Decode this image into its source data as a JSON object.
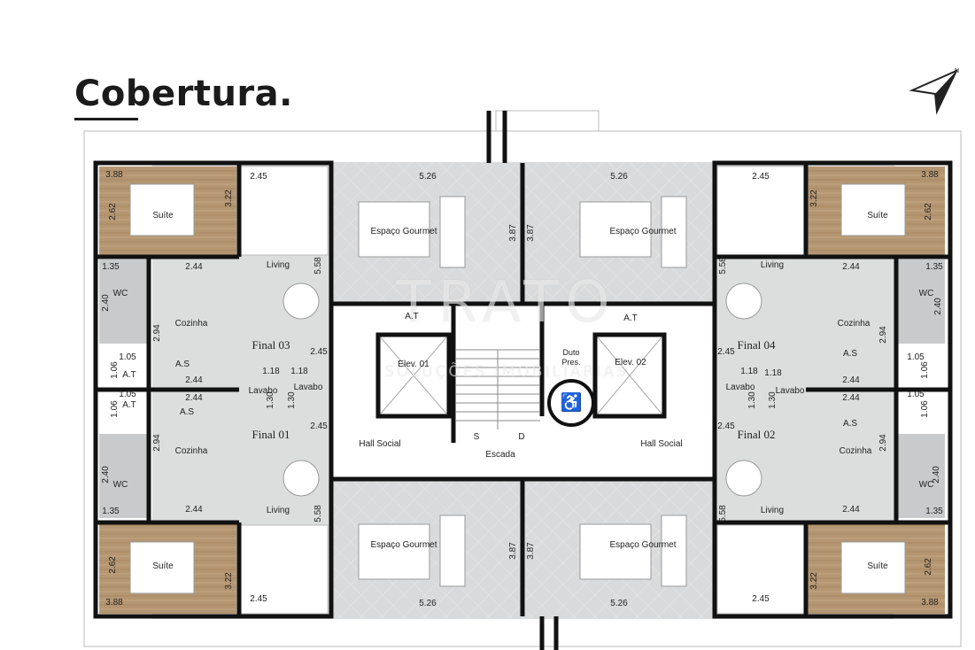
{
  "title": "Cobertura.",
  "units": [
    {
      "id": "final-03",
      "name": "Final 03"
    },
    {
      "id": "final-01",
      "name": "Final 01"
    },
    {
      "id": "final-04",
      "name": "Final 04"
    },
    {
      "id": "final-02",
      "name": "Final 02"
    }
  ],
  "rooms": {
    "suite": "Suíte",
    "living": "Living",
    "cozinha": "Cozinha",
    "wc": "WC",
    "as": "A.S",
    "at": "A.T",
    "lavabo": "Lavabo",
    "gourmet": "Espaço Gourmet",
    "hall": "Hall Social",
    "escada": "Escada",
    "elev1": "Elev. 01",
    "elev2": "Elev. 02",
    "duto": "Duto\nPres.",
    "stair_s": "S",
    "stair_d": "D"
  },
  "dims": {
    "d388": "3.88",
    "d322": "3.22",
    "d262": "2.62",
    "d245": "2.45",
    "d244": "2.44",
    "d135": "1.35",
    "d240": "2.40",
    "d294": "2.94",
    "d106": "1.06",
    "d105": "1.05",
    "d118": "1.18",
    "d130": "1.30",
    "d558": "5.58",
    "d526": "5.26",
    "d387": "3.87"
  },
  "watermark": {
    "brand": "TRATO",
    "tagline": "SOLUÇÕES IMOBILIÁRIAS"
  },
  "colors": {
    "wall": "#111111",
    "floor_grey": "#d7d8d9",
    "wood": "#b89a74",
    "terrace": "#e3e3e3",
    "white": "#ffffff"
  }
}
